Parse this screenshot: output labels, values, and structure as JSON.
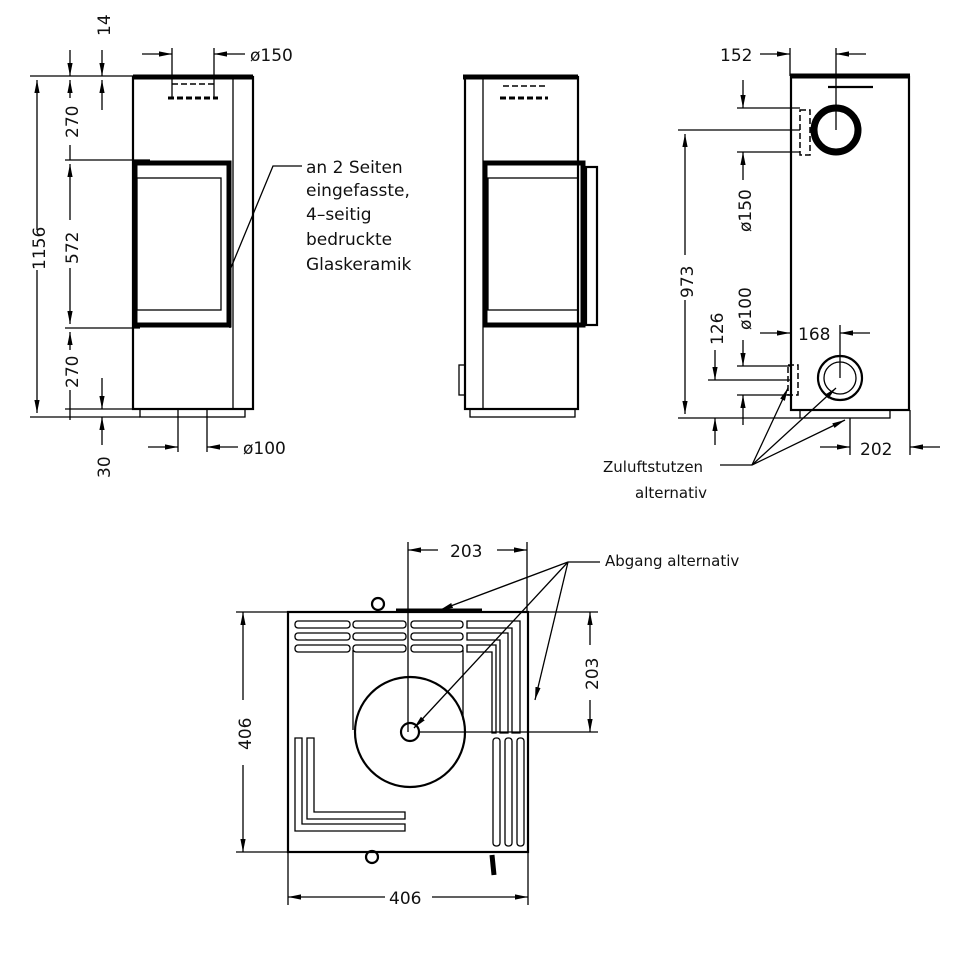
{
  "front_view": {
    "dim_total_height": "1156",
    "dim_top": "270",
    "dim_glass": "572",
    "dim_bottom": "270",
    "dim_top_plate": "14",
    "dim_foot": "30",
    "dim_flue": "ø150",
    "dim_air": "ø100",
    "note_lines": [
      "an 2 Seiten",
      "eingefasste,",
      "4–seitig",
      "bedruckte",
      "Glaskeramik"
    ]
  },
  "side_view": {
    "dim_flue_offset": "152",
    "dim_flue_height": "973",
    "dim_flue_diam": "ø150",
    "dim_air_diam": "ø100",
    "dim_air_height": "126",
    "dim_air_offset": "168",
    "dim_air_depth": "202",
    "note_lines": [
      "Zuluftstutzen",
      "alternativ"
    ]
  },
  "top_view": {
    "dim_center_x": "203",
    "dim_center_y": "203",
    "dim_depth": "406",
    "dim_width": "406",
    "note": "Abgang alternativ"
  }
}
